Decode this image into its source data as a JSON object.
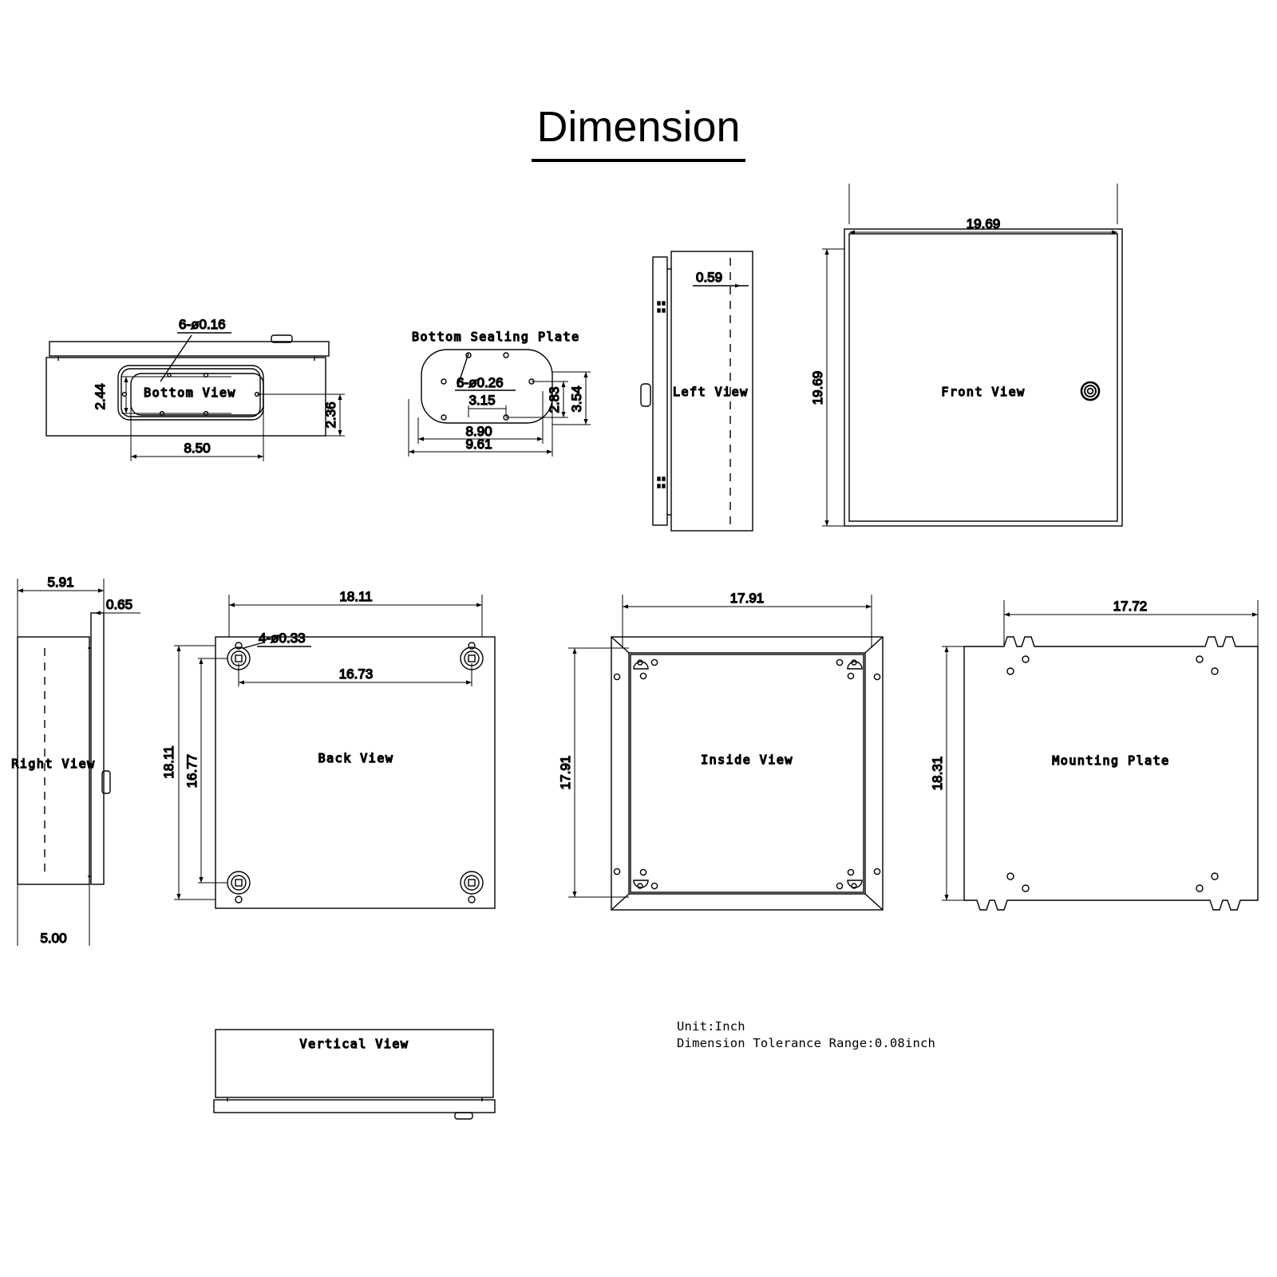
{
  "title": "Dimension",
  "notes": {
    "unit": "Unit:Inch",
    "tolerance": "Dimension Tolerance Range:0.08inch"
  },
  "views": {
    "bottom": {
      "label": "Bottom View",
      "callout": "6-ø0.16",
      "dims": {
        "height_inner": "2.44",
        "height_right": "2.36",
        "width": "8.50"
      }
    },
    "sealing_plate": {
      "label": "Bottom Sealing Plate",
      "callout": "6-ø0.26",
      "dims": {
        "hole_pitch_x": "3.15",
        "hole_pitch_y": "2.83",
        "height": "3.54",
        "width_inner": "8.90",
        "width_outer": "9.61"
      }
    },
    "left": {
      "label": "Left View",
      "dims": {
        "depth": "0.59"
      }
    },
    "front": {
      "label": "Front View",
      "dims": {
        "width": "19.69",
        "height": "19.69"
      }
    },
    "right": {
      "label": "Right View",
      "dims": {
        "depth": "5.91",
        "flange": "0.65",
        "body": "5.00"
      }
    },
    "back": {
      "label": "Back View",
      "callout": "4-ø0.33",
      "dims": {
        "width": "18.11",
        "height": "18.11",
        "hole_pitch_x": "16.73",
        "hole_pitch_y": "16.77"
      }
    },
    "inside": {
      "label": "Inside View",
      "dims": {
        "width": "17.91",
        "height": "17.91"
      }
    },
    "mounting_plate": {
      "label": "Mounting Plate",
      "dims": {
        "width": "17.72",
        "height": "18.31"
      }
    },
    "vertical": {
      "label": "Vertical View"
    }
  },
  "colors": {
    "line": "#000000",
    "background": "#ffffff"
  }
}
